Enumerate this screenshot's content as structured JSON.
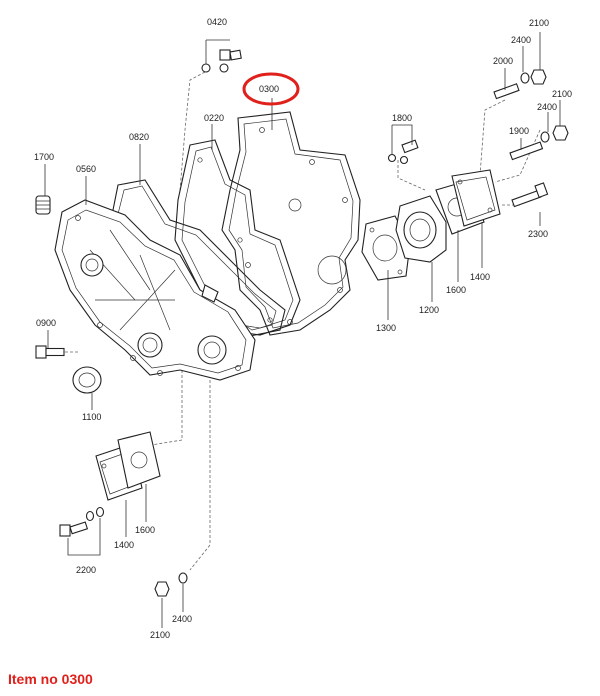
{
  "caption": "Item no 0300",
  "highlight": {
    "part": "0300",
    "color": "#e0201b"
  },
  "parts": {
    "p0420": "0420",
    "p0300": "0300",
    "p0220": "0220",
    "p0820": "0820",
    "p1700": "1700",
    "p0560": "0560",
    "p0900": "0900",
    "p1100": "1100",
    "p1800": "1800",
    "p2000": "2000",
    "p2400a": "2400",
    "p2100a": "2100",
    "p2400b": "2400",
    "p2100b": "2100",
    "p1900": "1900",
    "p2300": "2300",
    "p1300": "1300",
    "p1200": "1200",
    "p1600a": "1600",
    "p1400a": "1400",
    "p1400b": "1400",
    "p1600b": "1600",
    "p2200": "2200",
    "p2100c": "2100",
    "p2400c": "2400"
  }
}
